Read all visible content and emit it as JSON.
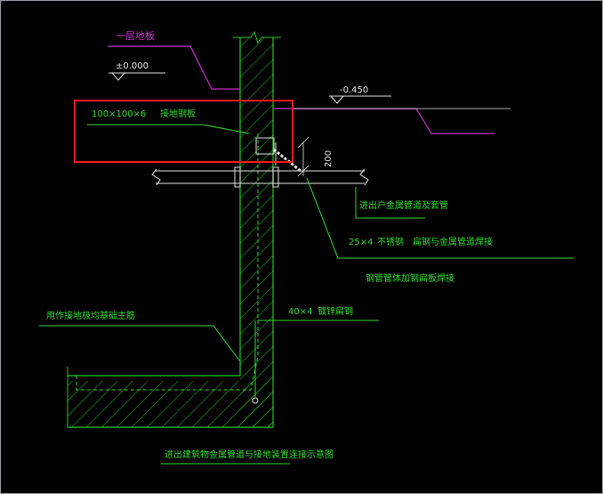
{
  "labels": {
    "floor_slab": "一层地板",
    "elev_0": "±0.000",
    "elev_neg": "-0.450",
    "plate_size": "100×100×6",
    "plate_name": "接地钢板",
    "dim_200": "200",
    "pipe_label": "进出户金属管道及套管",
    "steel_label_size": "25×4",
    "steel_label_desc": "不锈钢　扁钢与金属管道焊接",
    "weld_note": "钢管管体加钢扁板焊接",
    "flat_steel_size": "40×4",
    "flat_steel_name": "镀锌扁钢",
    "foundation_note": "用作接地极均基础主筋",
    "drawing_title": "进出建筑物金属管道与接地装置连接示意图"
  },
  "colors": {
    "background": "#000000",
    "wall_hatch": "#22cc22",
    "leader_green": "#33dd33",
    "magenta": "#cc33cc",
    "highlight": "#ff1a1a",
    "pipe": "#e6e6e6",
    "elevation_text": "#e6e6e6"
  }
}
